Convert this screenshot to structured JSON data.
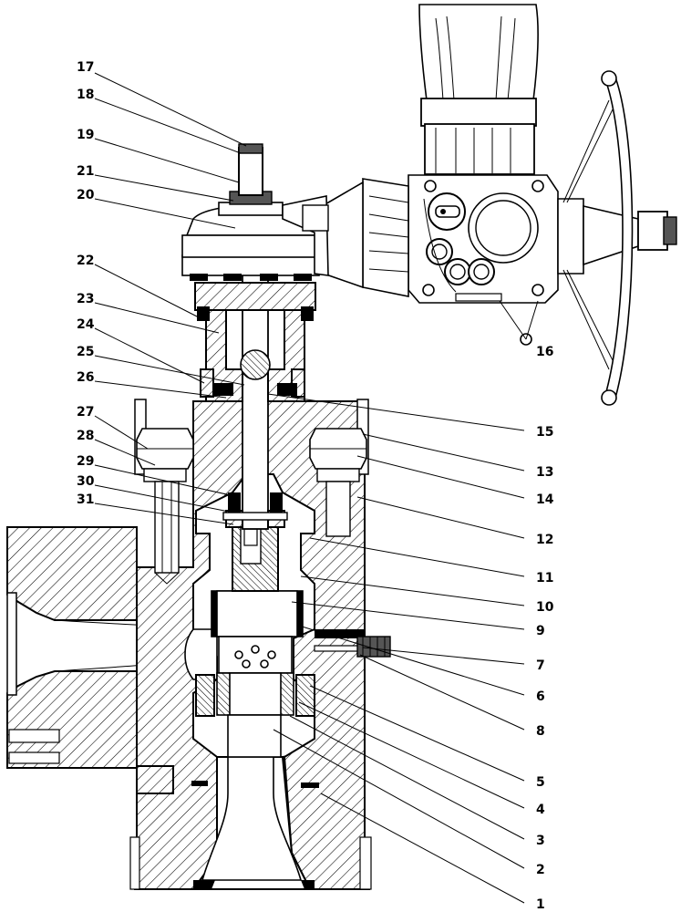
{
  "callouts": [
    {
      "id": "17",
      "text": "17"
    },
    {
      "id": "18",
      "text": "18"
    },
    {
      "id": "19",
      "text": "19"
    },
    {
      "id": "21",
      "text": "21"
    },
    {
      "id": "20",
      "text": "20"
    },
    {
      "id": "22",
      "text": "22"
    },
    {
      "id": "23",
      "text": "23"
    },
    {
      "id": "24",
      "text": "24"
    },
    {
      "id": "25",
      "text": "25"
    },
    {
      "id": "26",
      "text": "26"
    },
    {
      "id": "27",
      "text": "27"
    },
    {
      "id": "28",
      "text": "28"
    },
    {
      "id": "29",
      "text": "29"
    },
    {
      "id": "30",
      "text": "30"
    },
    {
      "id": "31",
      "text": "31"
    },
    {
      "id": "16",
      "text": "16"
    },
    {
      "id": "15",
      "text": "15"
    },
    {
      "id": "13",
      "text": "13"
    },
    {
      "id": "14",
      "text": "14"
    },
    {
      "id": "12",
      "text": "12"
    },
    {
      "id": "11",
      "text": "11"
    },
    {
      "id": "10",
      "text": "10"
    },
    {
      "id": "9",
      "text": "9"
    },
    {
      "id": "7",
      "text": "7"
    },
    {
      "id": "6",
      "text": "6"
    },
    {
      "id": "8",
      "text": "8"
    },
    {
      "id": "5",
      "text": "5"
    },
    {
      "id": "4",
      "text": "4"
    },
    {
      "id": "3",
      "text": "3"
    },
    {
      "id": "2",
      "text": "2"
    },
    {
      "id": "1",
      "text": "1"
    }
  ]
}
